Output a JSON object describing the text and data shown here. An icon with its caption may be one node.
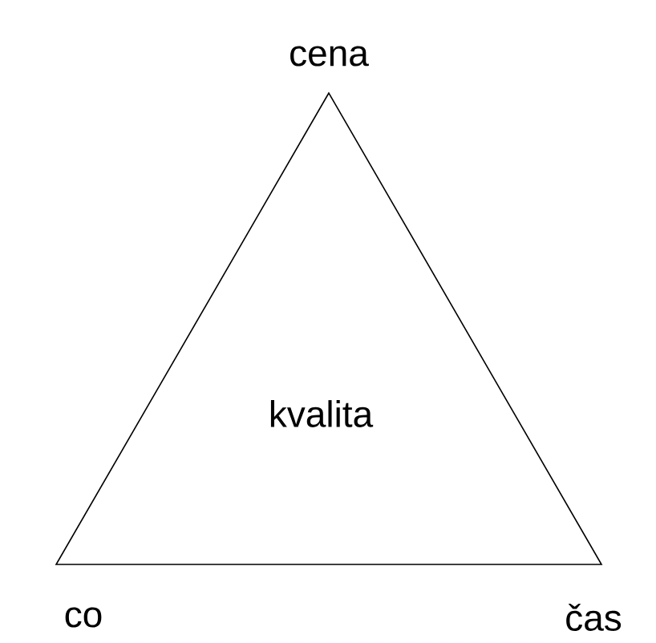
{
  "diagram": {
    "nodes": [
      {
        "text": [
          "kvalita"
        ]
      }
    ],
    "labels": [
      "cena",
      "co",
      "čas"
    ]
  }
}
